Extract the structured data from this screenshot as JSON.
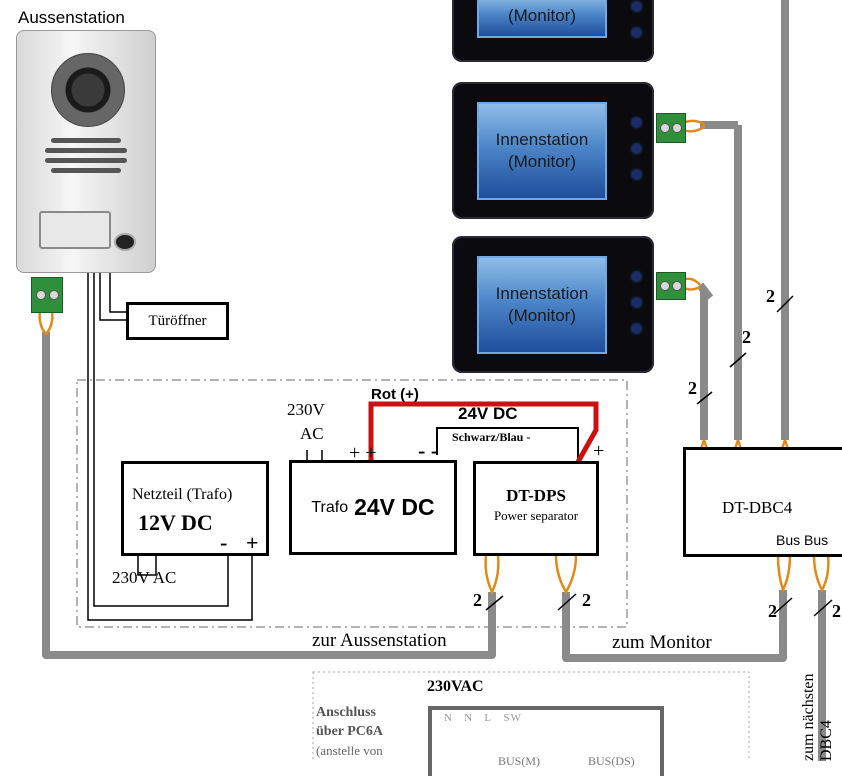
{
  "outdoor_station": {
    "title": "Aussenstation"
  },
  "monitors": [
    {
      "line1": "",
      "line2": "(Monitor)"
    },
    {
      "line1": "Innenstation",
      "line2": "(Monitor)"
    },
    {
      "line1": "Innenstation",
      "line2": "(Monitor)"
    }
  ],
  "door_opener": {
    "label": "Türöffner"
  },
  "power_supply": {
    "name": "Netzteil (Trafo)",
    "voltage": "12V DC",
    "minus": "-",
    "plus": "+",
    "ac_label": "230V AC"
  },
  "trafo": {
    "prefix": "Trafo",
    "voltage": "24V DC",
    "ac_line1": "230V",
    "ac_line2": "AC",
    "plus_mark": "+ +",
    "minus_mark": "- -"
  },
  "wires": {
    "red_label": "Rot (+)",
    "dc_label": "24V DC",
    "black_label": "Schwarz/Blau -",
    "plus": "+"
  },
  "dps": {
    "title": "DT-DPS",
    "subtitle": "Power separator"
  },
  "dbc4": {
    "title": "DT-DBC4",
    "ports": "Bus Bus"
  },
  "bus_count": "2",
  "destinations": {
    "outdoor": "zur Aussenstation",
    "monitor": "zum Monitor",
    "next_line1": "zum nächsten",
    "next_line2": "DBC4"
  },
  "pc6a": {
    "ac": "230VAC",
    "conn1": "Anschluss",
    "conn2": "über PC6A",
    "conn3": "(anstelle von",
    "terminals": [
      "N",
      "N",
      "L",
      "SW"
    ],
    "bus_m": "BUS(M)",
    "bus_ds": "BUS(DS)"
  },
  "colors": {
    "bus_cable": "#8a8a8a",
    "red_wire": "#cc1111",
    "dashed_frame": "#9a9a9a"
  }
}
